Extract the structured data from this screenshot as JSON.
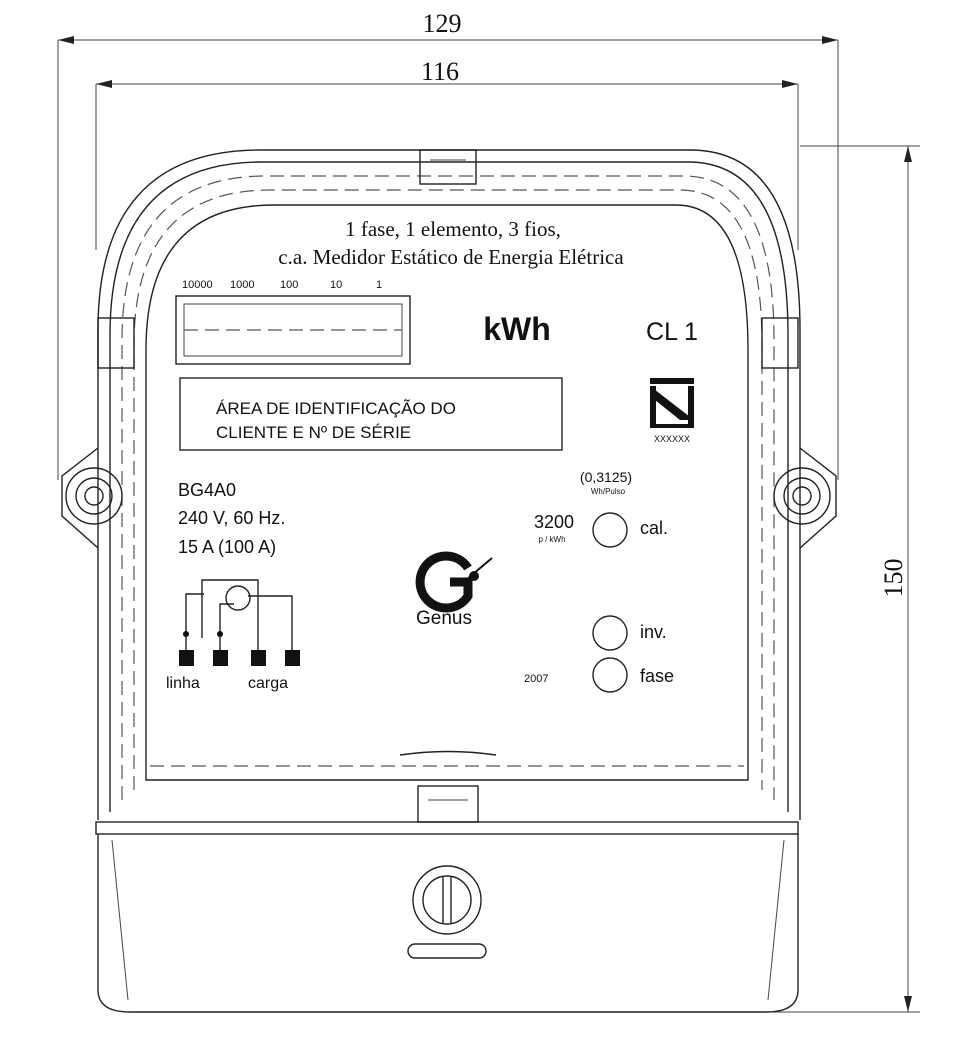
{
  "dimensions": {
    "outer_width": "129",
    "inner_width": "116",
    "height": "150"
  },
  "meter": {
    "title_line1": "1 fase, 1 elemento, 3 fios,",
    "title_line2": "c.a. Medidor Estático de Energia Elétrica",
    "register_digits": [
      "10000",
      "1000",
      "100",
      "10",
      "1"
    ],
    "unit": "kWh",
    "accuracy_class": "CL 1",
    "id_area_line1": "ÁREA DE IDENTIFICAÇÃO DO",
    "id_area_line2": "CLIENTE E Nº DE SÉRIE",
    "certification_code": "XXXXXX",
    "model": "BG4A0",
    "voltage_freq": "240 V, 60 Hz.",
    "current": "15 A (100 A)",
    "pulse_value": "(0,3125)",
    "pulse_unit": "Wh/Pulso",
    "constant": "3200",
    "constant_unit": "p / kWh",
    "led_cal": "cal.",
    "led_inv": "inv.",
    "led_fase": "fase",
    "year": "2007",
    "brand": "Genus",
    "terminal_line": "linha",
    "terminal_load": "carga"
  }
}
